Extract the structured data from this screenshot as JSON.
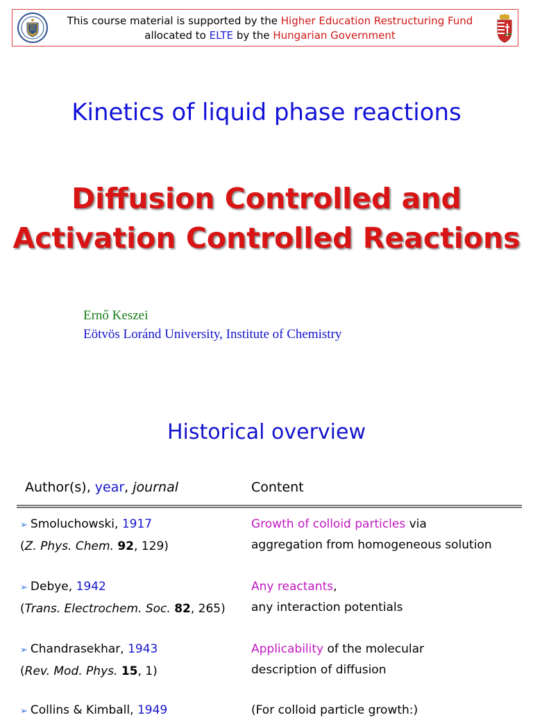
{
  "banner": {
    "t1": "This course material is supported by the ",
    "t2": "Higher Education Restructuring Fund",
    "t3": "allocated to ",
    "t4": "ELTE",
    "t5": " by the ",
    "t6": "Hungarian Government"
  },
  "subject": "Kinetics of liquid phase reactions",
  "title": {
    "line1": "Diffusion Controlled and",
    "line2": "Activation Controlled Reactions"
  },
  "author": {
    "name": "Ernő Keszei",
    "institution": "Eötvös Loránd University, Institute of Chemistry"
  },
  "section_title": "Historical overview",
  "table": {
    "header_author": "Author(s), ",
    "header_year": "year",
    "header_sep": ", ",
    "header_journal": "journal",
    "header_content": "Content",
    "rows": [
      {
        "author": "Smoluchowski",
        "sep": ", ",
        "year": "1917",
        "journal": "Z. Phys. Chem.",
        "volume": "92",
        "pages": ", 129)",
        "content_hl": "Growth of colloid particles",
        "content_rest": " via",
        "content_line2": "aggregation from homogeneous solution"
      },
      {
        "author": "Debye",
        "sep": ", ",
        "year": "1942",
        "journal": "Trans. Electrochem. Soc.",
        "volume": "82",
        "pages": ", 265)",
        "content_hl": "Any reactants",
        "content_rest": ",",
        "content_line2": "any interaction potentials"
      },
      {
        "author": "Chandrasekhar",
        "sep": ", ",
        "year": "1943",
        "journal": "Rev. Mod. Phys.",
        "volume": "15",
        "pages": ", 1)",
        "content_hl": "Applicability",
        "content_rest": " of the molecular",
        "content_line2": "description of diffusion"
      },
      {
        "author": "Collins & Kimball",
        "sep": ", ",
        "year": "1949",
        "content_line1": "(For colloid particle growth:)"
      }
    ]
  }
}
